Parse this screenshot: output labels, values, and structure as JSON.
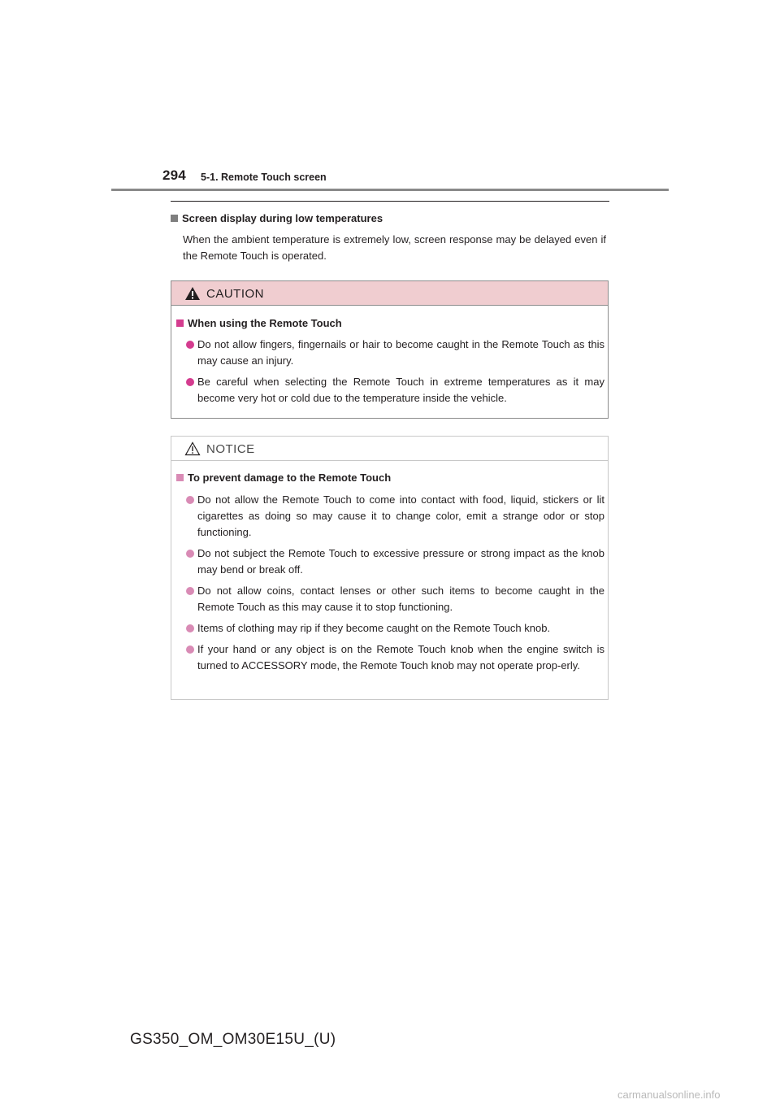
{
  "header": {
    "page_number": "294",
    "section": "5-1. Remote Touch screen"
  },
  "colors": {
    "caution_marker": "#7f7f7f",
    "notice_marker": "#d98bb5",
    "caution_header_bg": "#f0cdd0",
    "caution_bullet": "#d43c8f"
  },
  "intro": {
    "heading": "Screen display during low temperatures",
    "body": "When the ambient temperature is extremely low, screen response may be delayed even if the Remote Touch is operated."
  },
  "caution": {
    "title": "CAUTION",
    "icon": "warning-triangle-filled-icon",
    "subheading": "When using the Remote Touch",
    "items": [
      "Do not allow fingers, fingernails or hair to become caught in the Remote Touch as this may cause an injury.",
      "Be careful when selecting the Remote Touch in extreme temperatures as it may become very hot or cold due to the temperature inside the vehicle."
    ]
  },
  "notice": {
    "title": "NOTICE",
    "icon": "warning-triangle-outline-icon",
    "subheading": "To prevent damage to the Remote Touch",
    "items": [
      "Do not allow the Remote Touch to come into contact with food, liquid, stickers or lit cigarettes as doing so may cause it to change color, emit a strange odor or stop functioning.",
      "Do not subject the Remote Touch to excessive pressure or strong impact as the knob may bend or break off.",
      "Do not allow coins, contact lenses or other such items to become caught in the Remote Touch as this may cause it to stop functioning.",
      "Items of clothing may rip if they become caught on the Remote Touch knob.",
      "If your hand or any object is on the Remote Touch knob when the engine switch is turned to ACCESSORY mode, the Remote Touch knob may not operate prop-erly."
    ]
  },
  "footer": {
    "code": "GS350_OM_OM30E15U_(U)",
    "watermark": "carmanualsonline.info"
  }
}
